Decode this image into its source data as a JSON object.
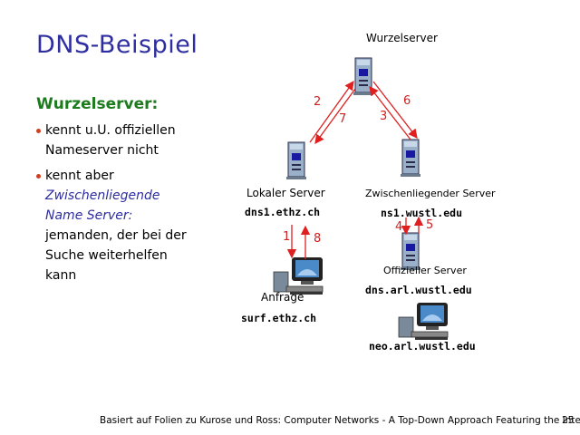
{
  "slide": {
    "title": "DNS-Beispiel",
    "subtitle": "Wurzelserver:",
    "bullet1_line1": "kennt u.U. offiziellen",
    "bullet1_line2": "Nameserver nicht",
    "bullet2_line1": "kennt aber",
    "bullet2_italic1": "Zwischenliegende",
    "bullet2_italic2": "Name Server:",
    "bullet2_line3": "jemanden, der bei der",
    "bullet2_line4": "Suche weiterhelfen",
    "bullet2_line5": "kann"
  },
  "diagram": {
    "root_label": "Wurzelserver",
    "local_label": "Lokaler Server",
    "local_host": "dns1.ethz.ch",
    "inter_label": "Zwischenliegender Server",
    "inter_host": "ns1.wustl.edu",
    "auth_label": "Offizieller Server",
    "auth_host": "dns.arl.wustl.edu",
    "client_label": "Anfrage",
    "client_host": "surf.ethz.ch",
    "target_host": "neo.arl.wustl.edu",
    "steps": [
      "1",
      "2",
      "3",
      "4",
      "5",
      "6",
      "7",
      "8"
    ],
    "arrow_color": "#e02020"
  },
  "footer": {
    "text": "Basiert auf Folien zu Kurose und Ross: Computer Networks -  A Top-Down Approach Featuring the Internet",
    "page": "25"
  }
}
